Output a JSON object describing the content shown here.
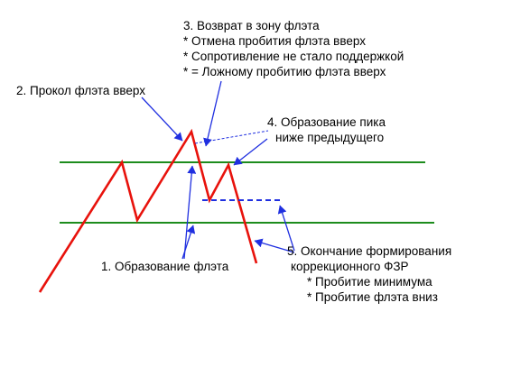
{
  "labels": {
    "l1": {
      "lines": [
        "1. Образование флэта"
      ]
    },
    "l2": {
      "lines": [
        "2. Прокол флэта вверх"
      ]
    },
    "l3": {
      "lines": [
        "3. Возврат в зону флэта",
        "* Отмена пробития флэта вверх",
        "* Сопротивление не стало поддержкой",
        "* = Ложному пробитию флэта вверх"
      ]
    },
    "l4": {
      "lines": [
        "4. Образование пика",
        "ниже предыдущего"
      ]
    },
    "l5": {
      "lines": [
        "5. Окончание формирования",
        "коррекционного ФЗР",
        "* Пробитие минимума",
        "* Пробитие флэта вниз"
      ]
    }
  },
  "colors": {
    "price_line": "#e8120c",
    "flat_line": "#1d8c1d",
    "arrow": "#1f2fe0",
    "dashed_level": "#1f2fe0"
  }
}
